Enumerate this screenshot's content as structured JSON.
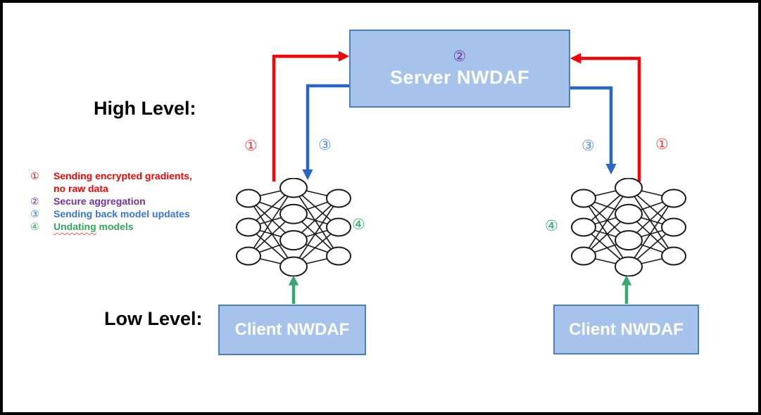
{
  "labels": {
    "high_level": "High Level:",
    "low_level": "Low Level:"
  },
  "server": {
    "label": "Server NWDAF",
    "badge": "②"
  },
  "clients": {
    "left_label": "Client NWDAF",
    "right_label": "Client NWDAF"
  },
  "legend": {
    "items": [
      {
        "num": "①",
        "text": "Sending encrypted gradients,\nno raw data",
        "color": "#ff0000"
      },
      {
        "num": "②",
        "text": "Secure aggregation",
        "color": "#7030a0"
      },
      {
        "num": "③",
        "text": "Sending back model updates",
        "color": "#3576d8"
      },
      {
        "num": "④",
        "word": "Undating",
        "rest": " models",
        "color": "#2fa959"
      }
    ]
  },
  "flow_labels": {
    "left_red": "①",
    "left_blue": "③",
    "right_blue": "③",
    "right_red": "①",
    "left_green": "④",
    "right_green": "④"
  },
  "colors": {
    "box_fill": "#a6c3ec",
    "box_border": "#4d7ec0",
    "red_arrow": "#fb0207",
    "blue_arrow": "#2a66c6",
    "green_arrow": "#36a874",
    "purple_badge": "#7030a0",
    "canvas_border": "#000000",
    "nn_stroke": "#1a1a1a"
  }
}
